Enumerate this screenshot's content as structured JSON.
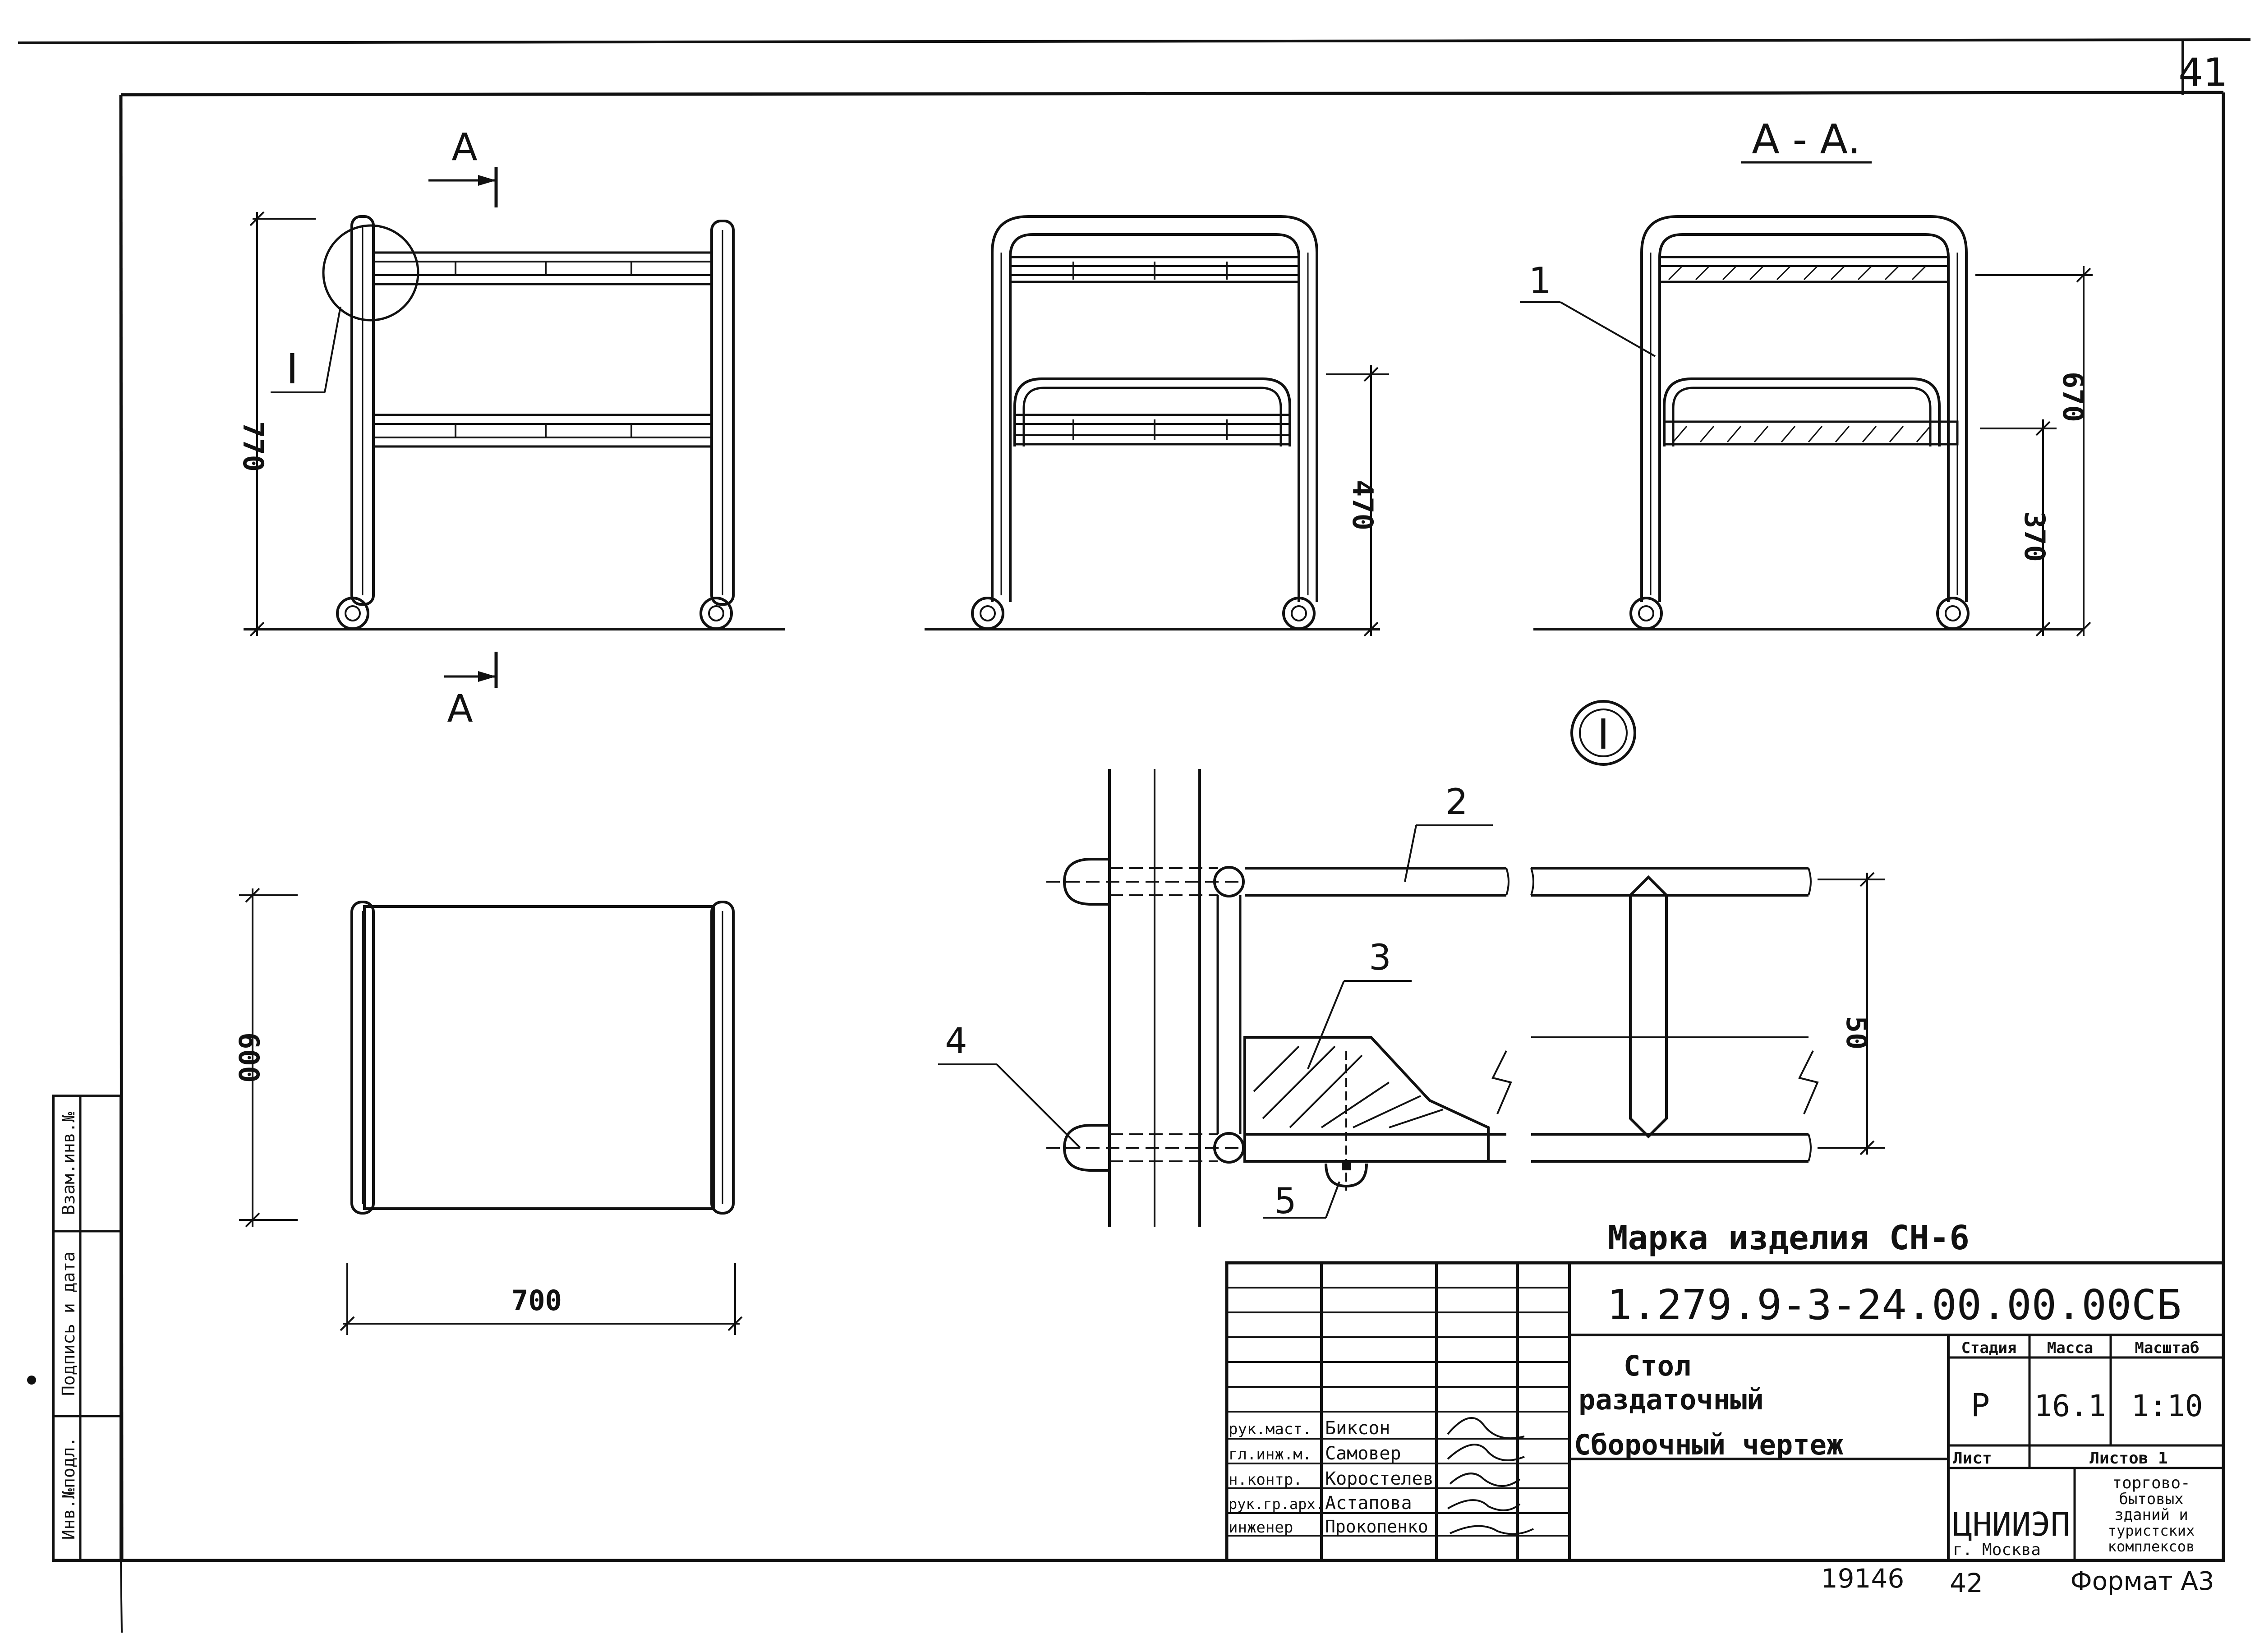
{
  "sheet_number": "41",
  "views": {
    "front": {
      "section_mark": "А",
      "callout_label": "I",
      "height_dim": "770"
    },
    "side": {
      "lower_shelf_dim": "470"
    },
    "section": {
      "title": "А - А.",
      "callout_1": "1",
      "upper_shelf_dim": "670",
      "lower_shelf_dim": "370"
    },
    "plan": {
      "depth_dim": "600",
      "width_dim": "700"
    },
    "detail": {
      "marker": "I",
      "callout_2": "2",
      "callout_3": "3",
      "callout_4": "4",
      "callout_5": "5",
      "height_dim": "50"
    }
  },
  "product_mark": "Марка изделия СН-6",
  "title_block": {
    "doc_code": "1.279.9-3-24.00.00.00СБ",
    "name_line1": "Стол",
    "name_line2": "раздаточный",
    "name_line3": "Сборочный чертеж",
    "headers": {
      "stage": "Стадия",
      "mass": "Масса",
      "scale": "Масштаб",
      "sheet": "Лист",
      "sheets": "Листов 1"
    },
    "values": {
      "stage": "Р",
      "mass": "16.1",
      "scale": "1:10"
    },
    "org": {
      "abbr": "ЦНИИЭП",
      "city": "г. Москва",
      "line1": "торгово-",
      "line2": "бытовых",
      "line3": "зданий и",
      "line4": "туристских",
      "line5": "комплексов"
    },
    "signatures": [
      {
        "role": "рук.маст.",
        "name": "Биксон"
      },
      {
        "role": "гл.инж.м.",
        "name": "Самовер"
      },
      {
        "role": "н.контр.",
        "name": "Коростелев"
      },
      {
        "role": "рук.гр.арх.",
        "name": "Астапова"
      },
      {
        "role": "инженер",
        "name": "Прокопенко"
      }
    ]
  },
  "side_stamp": {
    "field1": "Инв.№подл.",
    "field2": "Подпись и дата",
    "field3": "Взам.инв.№"
  },
  "footer": {
    "inventory": "19146",
    "page": "42",
    "format": "Формат А3"
  }
}
